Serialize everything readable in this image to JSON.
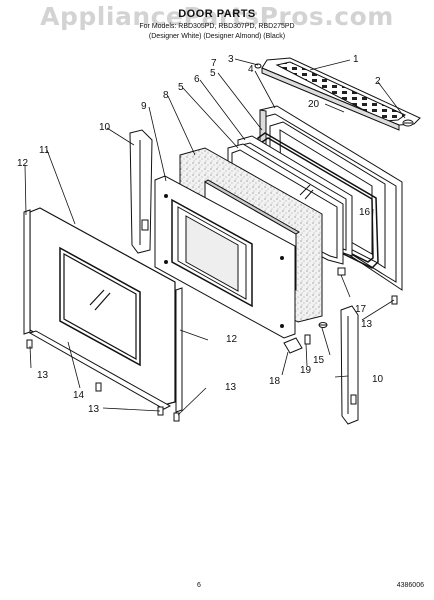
{
  "watermark": "AppliancePartsPros.com",
  "header": {
    "title": "DOOR PARTS",
    "models": "For Models: RBD305PD, RBD307PD, RBD275PD",
    "colors": "(Designer White) (Designer Almond) (Black)"
  },
  "callouts": {
    "c1": "1",
    "c2": "2",
    "c3": "3",
    "c4": "4",
    "c5a": "5",
    "c5b": "5",
    "c6": "6",
    "c7": "7",
    "c8": "8",
    "c9": "9",
    "c10a": "10",
    "c10b": "10",
    "c11": "11",
    "c12a": "12",
    "c12b": "12",
    "c13a": "13",
    "c13b": "13",
    "c13c": "13",
    "c13d": "13",
    "c14": "14",
    "c15": "15",
    "c16": "16",
    "c17": "17",
    "c18": "18",
    "c19": "19",
    "c20": "20"
  },
  "footer": {
    "page_number": "6",
    "document_number": "4386006"
  }
}
